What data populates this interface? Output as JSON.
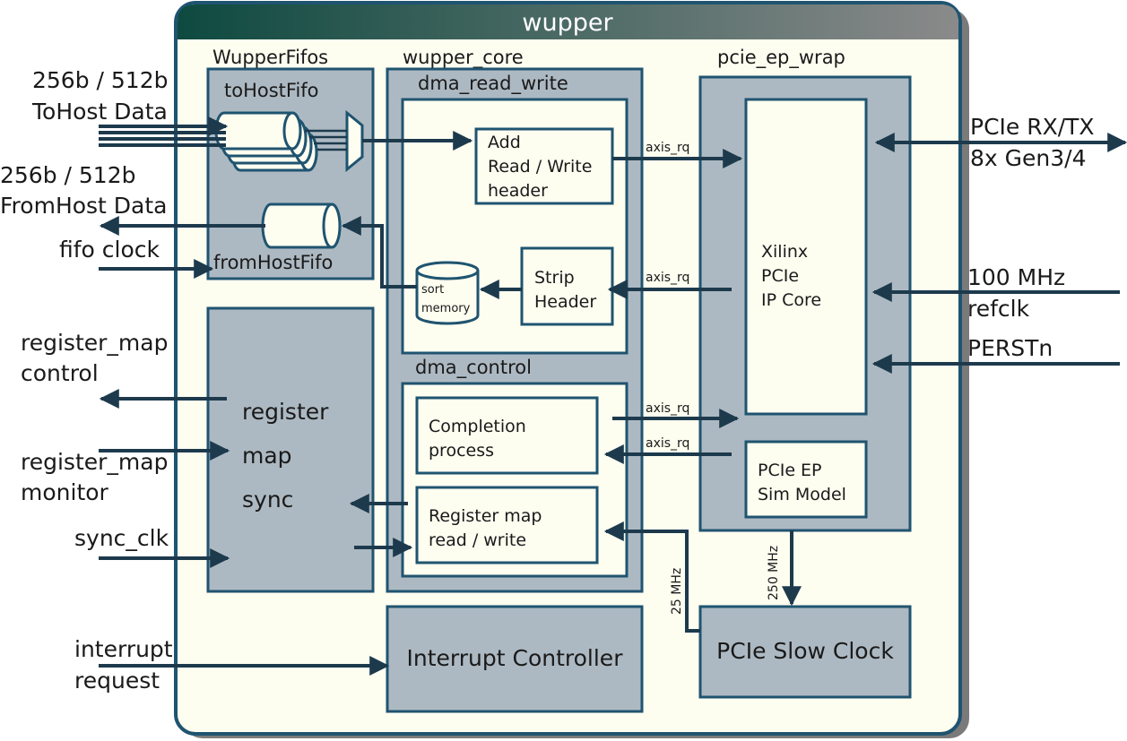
{
  "title": "wupper",
  "blocks": {
    "wupper_fifos": "WupperFifos",
    "to_host_fifo": "toHostFifo",
    "from_host_fifo": "fromHostFifo",
    "wupper_core": "wupper_core",
    "dma_read_write": "dma_read_write",
    "add_header": [
      "Add",
      "Read / Write",
      "header"
    ],
    "strip_header": [
      "Strip",
      "Header"
    ],
    "sort_memory": [
      "sort",
      "memory"
    ],
    "dma_control": "dma_control",
    "completion_process": [
      "Completion",
      "process"
    ],
    "register_map_rw": [
      "Register map",
      "read / write"
    ],
    "register_map_sync": [
      "register",
      "map",
      "sync"
    ],
    "interrupt_controller": "Interrupt Controller",
    "pcie_ep_wrap": "pcie_ep_wrap",
    "xilinx_core": [
      "Xilinx",
      "PCIe",
      "IP Core"
    ],
    "pcie_ep_sim": [
      "PCIe EP",
      "Sim Model"
    ],
    "pcie_slow_clock": "PCIe Slow Clock"
  },
  "signals": {
    "tohost_data": [
      "256b / 512b",
      "ToHost Data"
    ],
    "fromhost_data": [
      "256b / 512b",
      "FromHost Data"
    ],
    "fifo_clock": "fifo clock",
    "register_map_control": [
      "register_map",
      "control"
    ],
    "register_map_monitor": [
      "register_map",
      "monitor"
    ],
    "sync_clk": "sync_clk",
    "interrupt_request": [
      "interrupt",
      "request"
    ],
    "pcie_rxtx": [
      "PCIe RX/TX",
      "8x Gen3/4"
    ],
    "refclk": [
      "100 MHz",
      "refclk"
    ],
    "perstn": "PERSTn",
    "axis_rq_1": "axis_rq",
    "axis_rq_2": "axis_rq",
    "axis_rq_3": "axis_rq",
    "axis_rq_4": "axis_rq",
    "clk_25": "25 MHz",
    "clk_250": "250 MHz"
  },
  "colors": {
    "outer_fill": "#fdfdf0",
    "outer_stroke": "#1f5470",
    "block_fill": "#adb9c2",
    "inner_fill": "#fdfdf0",
    "arrow": "#1d3a4d",
    "title_gradient_start": "#0e4a40",
    "title_gradient_end": "#8a8a8a"
  }
}
